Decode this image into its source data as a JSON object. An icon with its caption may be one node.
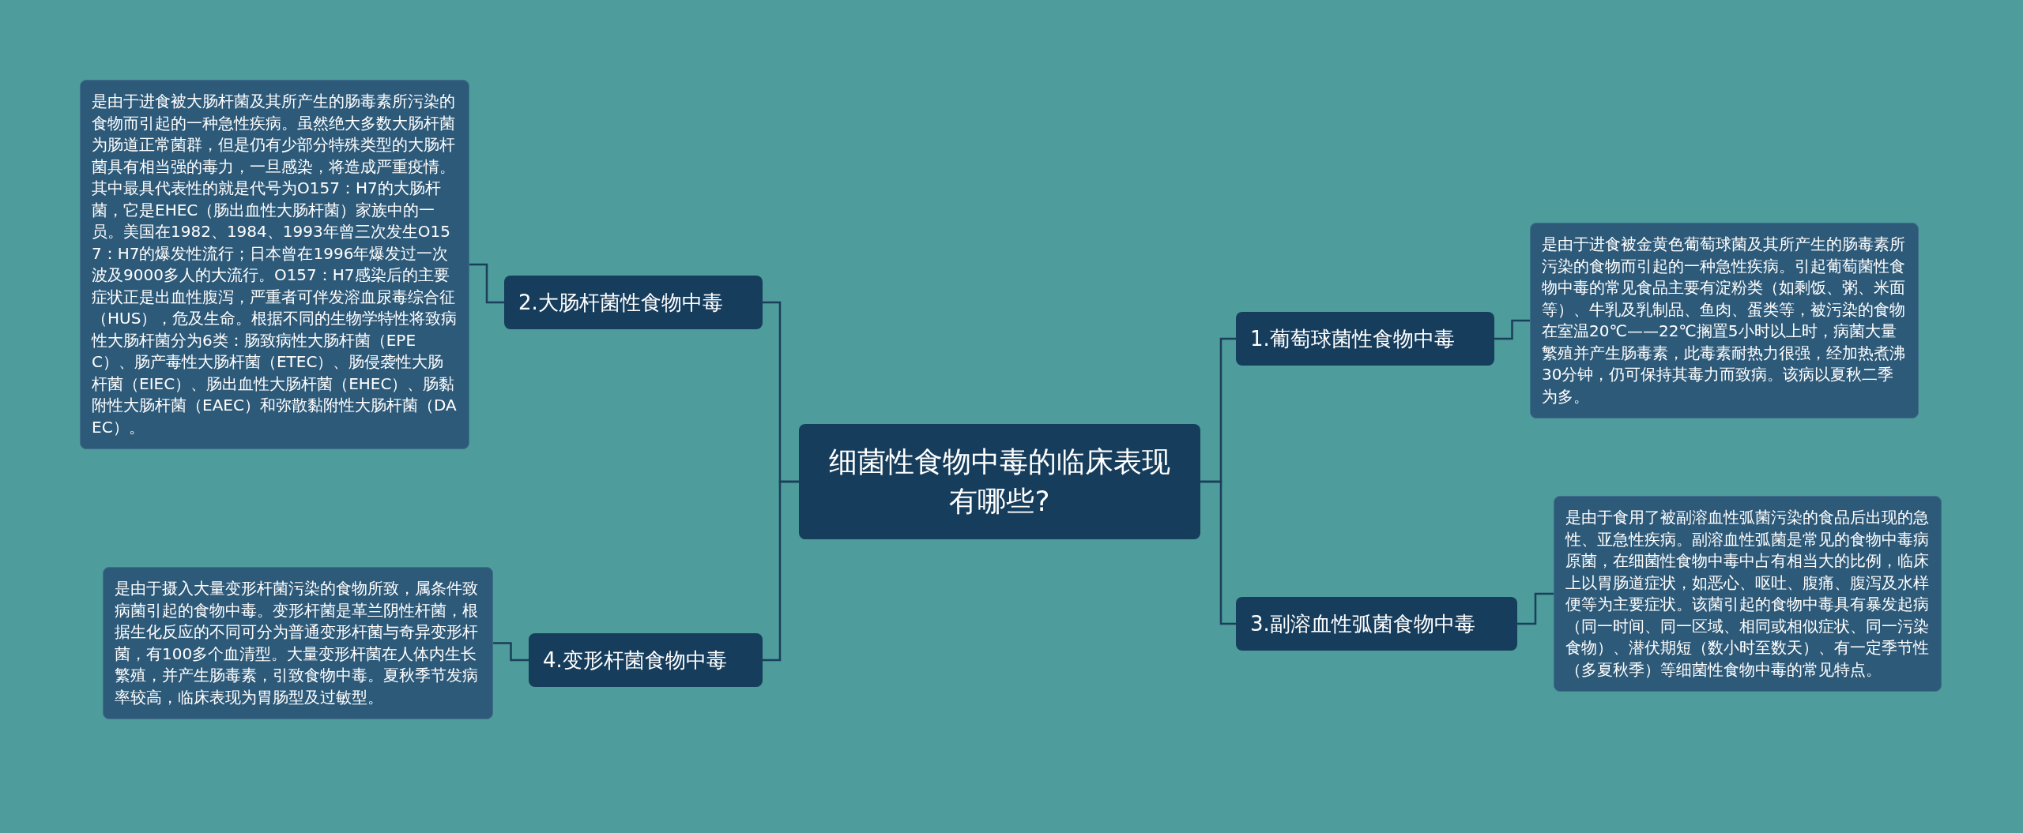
{
  "diagram": {
    "nodes": [
      {
        "text": [
          "细菌性食物中毒的临床表现有哪些?"
        ]
      },
      {
        "text": [
          "1.葡萄球菌性食物中毒"
        ]
      },
      {
        "text": [
          "是由于进食被金黄色葡萄球菌及其所产生的肠毒素所污染的食物而引起的一种急性疾病。引起葡萄菌性食物中毒的常见食品主要有淀粉类（如剩饭、粥、米面等）、牛乳及乳制品、鱼肉、蛋类等，被污染的食物在室温20℃——22℃搁置5小时以上时，病菌大量繁殖并产生肠毒素，此毒素耐热力很强，经加热煮沸30分钟，仍可保持其毒力而致病。该病以夏秋二季为多。"
        ]
      },
      {
        "text": [
          "3.副溶血性弧菌食物中毒"
        ]
      },
      {
        "text": [
          "是由于食用了被副溶血性弧菌污染的食品后出现的急性、亚急性疾病。副溶血性弧菌是常见的食物中毒病原菌，在细菌性食物中毒中占有相当大的比例，临床上以胃肠道症状，如恶心、呕吐、腹痛、腹泻及水样便等为主要症状。该菌引起的食物中毒具有暴发起病（同一时间、同一区域、相同或相似症状、同一污染食物）、潜伏期短（数小时至数天）、有一定季节性（多夏秋季）等细菌性食物中毒的常见特点。"
        ]
      },
      {
        "text": [
          "2.大肠杆菌性食物中毒"
        ]
      },
      {
        "text": [
          "是由于进食被大肠杆菌及其所产生的肠毒素所污染的食物而引起的一种急性疾病。虽然绝大多数大肠杆菌为肠道正常菌群，但是仍有少部分特殊类型的大肠杆菌具有相当强的毒力，一旦感染，将造成严重疫情。其中最具代表性的就是代号为O157：H7的大肠杆菌，它是EHEC（肠出血性大肠杆菌）家族中的一员。美国在1982、1984、1993年曾三次发生O157：H7的爆发性流行；日本曾在1996年爆发过一次波及9000多人的大流行。O157：H7感染后的主要症状正是出血性腹泻，严重者可伴发溶血尿毒综合征（HUS），危及生命。根据不同的生物学特性将致病性大肠杆菌分为6类：肠致病性大肠杆菌（EPEC）、肠产毒性大肠杆菌（ETEC）、肠侵袭性大肠杆菌（EIEC）、肠出血性大肠杆菌（EHEC）、肠黏附性大肠杆菌（EAEC）和弥散黏附性大肠杆菌（DAEC）。"
        ]
      },
      {
        "text": [
          "4.变形杆菌食物中毒"
        ]
      },
      {
        "text": [
          "是由于摄入大量变形杆菌污染的食物所致，属条件致病菌引起的食物中毒。变形杆菌是革兰阴性杆菌，根据生化反应的不同可分为普通变形杆菌与奇异变形杆菌，有100多个血清型。大量变形杆菌在人体内生长繁殖，并产生肠毒素，引致食物中毒。夏秋季节发病率较高，临床表现为胃肠型及过敏型。"
        ]
      }
    ],
    "edges": [
      {
        "from": 0,
        "to": 1,
        "arrow": "none"
      },
      {
        "from": 1,
        "to": 2,
        "arrow": "none"
      },
      {
        "from": 0,
        "to": 3,
        "arrow": "none"
      },
      {
        "from": 3,
        "to": 4,
        "arrow": "none"
      },
      {
        "from": 0,
        "to": 5,
        "arrow": "none"
      },
      {
        "from": 5,
        "to": 6,
        "arrow": "none"
      },
      {
        "from": 0,
        "to": 7,
        "arrow": "none"
      },
      {
        "from": 7,
        "to": 8,
        "arrow": "none"
      }
    ]
  }
}
